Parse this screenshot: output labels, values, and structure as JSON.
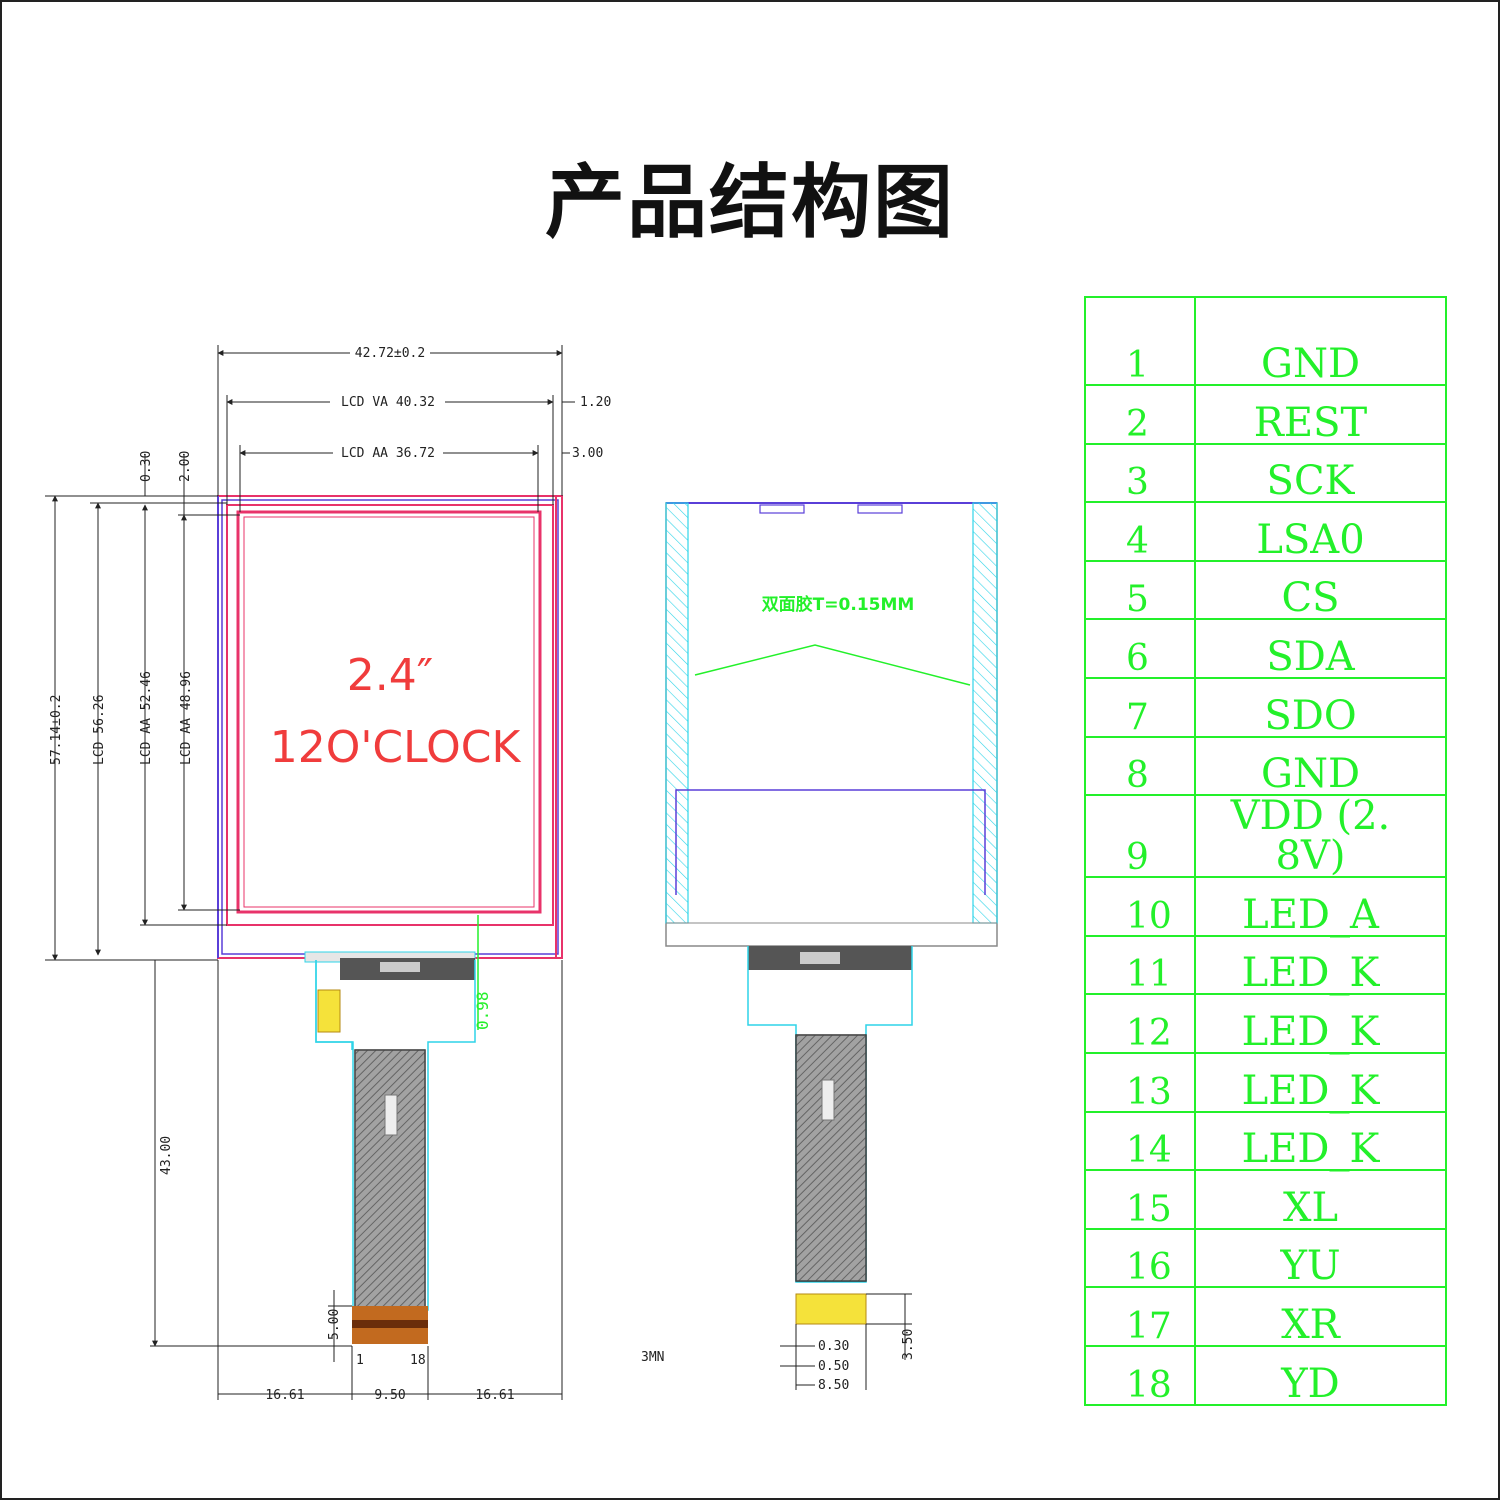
{
  "title": "产品结构图",
  "diagram": {
    "screen_size": "2.4″",
    "view_direction": "12O'CLOCK",
    "adhesive_note": "双面胶T=0.15MM",
    "ref_mark": "3MN",
    "dimensions": {
      "outline_width": "42.72±0.2",
      "lcd_va_width": "LCD VA 40.32",
      "lcd_aa_width": "LCD AA 36.72",
      "right_margin_va": "1.20",
      "right_margin_aa": "3.00",
      "top_margin_1": "0.30",
      "top_margin_2": "2.00",
      "outline_height": "57.14±0.2",
      "lcd_height": "LCD 56.26",
      "lcd_va_height": "LCD AA 52.46",
      "lcd_aa_height": "LCD AA 48.96",
      "fpc_length": "43.00",
      "fpc_gap": "0.98",
      "fpc_end": "5.00",
      "bottom_left": "16.61",
      "bottom_center": "9.50",
      "bottom_right": "16.61",
      "side_pitch_1": "0.30",
      "side_pitch_2": "0.50",
      "side_pitch_3": "8.50",
      "side_tail": "3.50",
      "fpc_pin_first": "1",
      "fpc_pin_last": "18"
    }
  },
  "pins": [
    {
      "num": "1",
      "signal": "GND"
    },
    {
      "num": "2",
      "signal": "REST"
    },
    {
      "num": "3",
      "signal": "SCK"
    },
    {
      "num": "4",
      "signal": "LSA0"
    },
    {
      "num": "5",
      "signal": "CS"
    },
    {
      "num": "6",
      "signal": "SDA"
    },
    {
      "num": "7",
      "signal": "SDO"
    },
    {
      "num": "8",
      "signal": "GND"
    },
    {
      "num": "9",
      "signal": "VDD (2. 8V)"
    },
    {
      "num": "10",
      "signal": "LED_A"
    },
    {
      "num": "11",
      "signal": "LED_K"
    },
    {
      "num": "12",
      "signal": "LED_K"
    },
    {
      "num": "13",
      "signal": "LED_K"
    },
    {
      "num": "14",
      "signal": "LED_K"
    },
    {
      "num": "15",
      "signal": "XL"
    },
    {
      "num": "16",
      "signal": "YU"
    },
    {
      "num": "17",
      "signal": "XR"
    },
    {
      "num": "18",
      "signal": "YD"
    }
  ],
  "colors": {
    "pin_table": "#23f02a",
    "lcd_outline": "#e8336a",
    "va_outline": "#5a3fd8",
    "fpc_outline": "#2fd4e8",
    "fpc_fill": "#444444",
    "stiffener": "#b55a12",
    "label_red": "#f03c3c"
  }
}
